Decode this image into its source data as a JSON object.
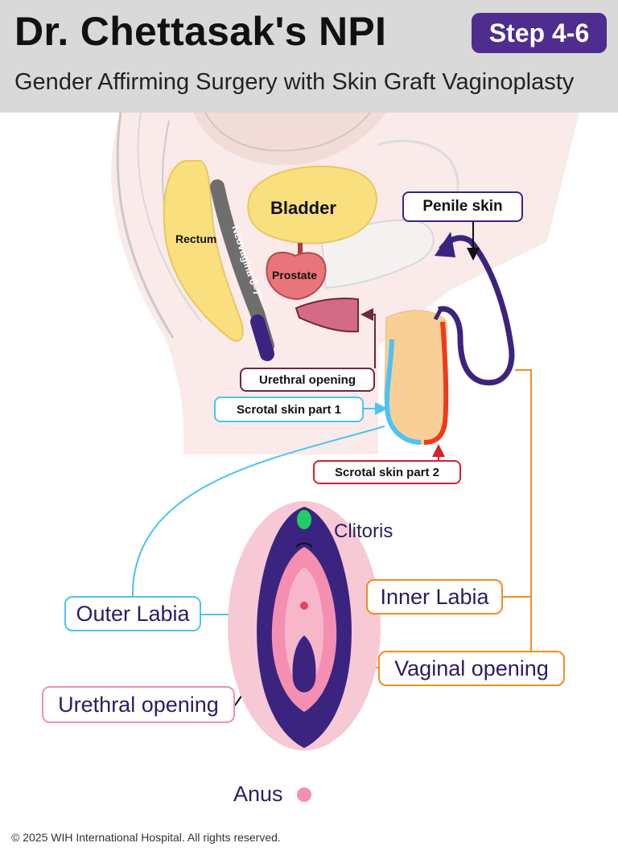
{
  "header": {
    "title": "Dr. Chettasak's NPI",
    "subtitle": "Gender Affirming Surgery with Skin Graft Vaginoplasty",
    "step_badge": "Step 4-6"
  },
  "labels": {
    "rectum": "Rectum",
    "neovagina": "Neovagina 6–7\"",
    "bladder": "Bladder",
    "prostate": "Prostate",
    "penile_skin": "Penile skin",
    "urethral_opening_top": "Urethral opening",
    "scrotal_skin_part1": "Scrotal skin part 1",
    "scrotal_skin_part2": "Scrotal skin part 2",
    "clitoris": "Clitoris",
    "inner_labia": "Inner Labia",
    "outer_labia": "Outer Labia",
    "vaginal_opening": "Vaginal opening",
    "urethral_opening_bottom": "Urethral opening",
    "anus": "Anus"
  },
  "colors": {
    "header_bg": "#d9d9d9",
    "badge": "#4e2d8e",
    "penile_skin": "#3b2480",
    "scrotal_part1": "#4cc3f2",
    "scrotal_part2": "#f03a17",
    "organ_yellow": "#f9df7e",
    "prostate": "#e9757a",
    "neovagina": "#6e6e6e",
    "labia_pink": "#f7c9d4",
    "inner_pink": "#f48fb1",
    "orange_line": "#f28c28",
    "red_line": "#d91f2b",
    "clitoris_green": "#22cc66"
  },
  "footer": {
    "copyright": "© 2025 WIH International Hospital. All rights reserved."
  }
}
